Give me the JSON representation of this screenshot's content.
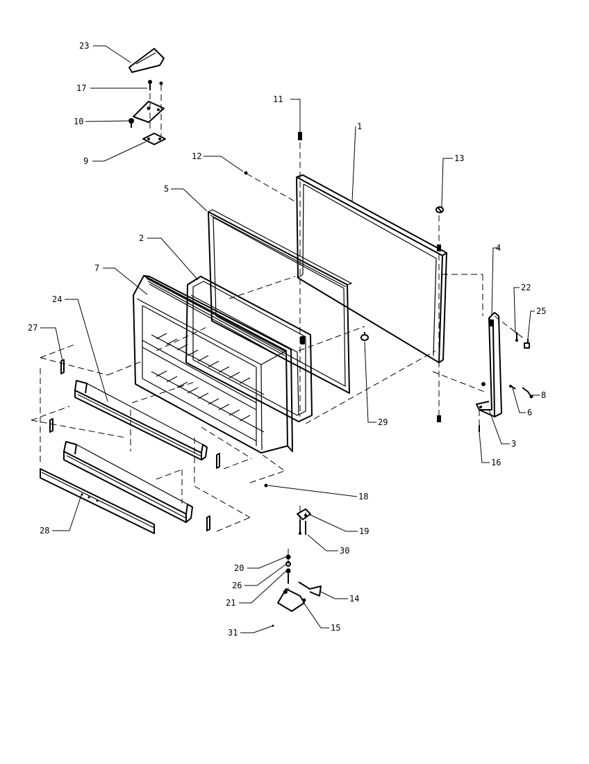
{
  "callouts": [
    {
      "id": "c1",
      "label": "1"
    },
    {
      "id": "c2",
      "label": "2"
    },
    {
      "id": "c3",
      "label": "3"
    },
    {
      "id": "c4",
      "label": "4"
    },
    {
      "id": "c5",
      "label": "5"
    },
    {
      "id": "c6",
      "label": "6"
    },
    {
      "id": "c7",
      "label": "7"
    },
    {
      "id": "c8",
      "label": "8"
    },
    {
      "id": "c9",
      "label": "9"
    },
    {
      "id": "c10",
      "label": "10"
    },
    {
      "id": "c11",
      "label": "11"
    },
    {
      "id": "c12",
      "label": "12"
    },
    {
      "id": "c13",
      "label": "13"
    },
    {
      "id": "c14",
      "label": "14"
    },
    {
      "id": "c15",
      "label": "15"
    },
    {
      "id": "c16",
      "label": "16"
    },
    {
      "id": "c17",
      "label": "17"
    },
    {
      "id": "c18",
      "label": "18"
    },
    {
      "id": "c19",
      "label": "19"
    },
    {
      "id": "c20",
      "label": "20"
    },
    {
      "id": "c21",
      "label": "21"
    },
    {
      "id": "c22",
      "label": "22"
    },
    {
      "id": "c23",
      "label": "23"
    },
    {
      "id": "c24",
      "label": "24"
    },
    {
      "id": "c25",
      "label": "25"
    },
    {
      "id": "c26",
      "label": "26"
    },
    {
      "id": "c27",
      "label": "27"
    },
    {
      "id": "c28",
      "label": "28"
    },
    {
      "id": "c29",
      "label": "29"
    },
    {
      "id": "c30",
      "label": "30"
    },
    {
      "id": "c31",
      "label": "31"
    }
  ]
}
